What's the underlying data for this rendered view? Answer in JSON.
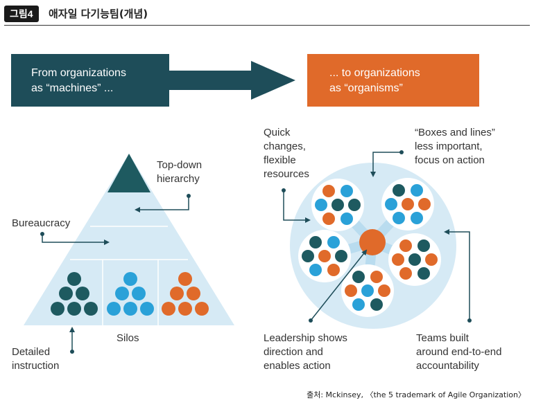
{
  "header": {
    "badge": "그림4",
    "title": "애자일 다기능팀(개념)"
  },
  "banner": {
    "left_line1": "From organizations",
    "left_line2": "as “machines” ...",
    "right_line1": "... to organizations",
    "right_line2": "as “organisms”"
  },
  "pyramid_labels": {
    "top_down_1": "Top-down",
    "top_down_2": "hierarchy",
    "bureaucracy": "Bureaucracy",
    "silos": "Silos",
    "detailed_1": "Detailed",
    "detailed_2": "instruction"
  },
  "organism_labels": {
    "quick_1": "Quick",
    "quick_2": "changes,",
    "quick_3": "flexible",
    "quick_4": "resources",
    "boxes_1": "“Boxes and lines”",
    "boxes_2": "less important,",
    "boxes_3": "focus on action",
    "leadership_1": "Leadership shows",
    "leadership_2": "direction and",
    "leadership_3": "enables action",
    "teams_1": "Teams built",
    "teams_2": "around end-to-end",
    "teams_3": "accountability"
  },
  "source": "출처: Mckinsey, 〈the 5 trademark of Agile Organization〉",
  "colors": {
    "dark_teal": "#1e4d59",
    "orange": "#e06a2a",
    "light_blue": "#d4e9f5",
    "mid_blue": "#b9dcef",
    "blue_dot": "#2aa1d8",
    "teal_dot": "#1e5a60",
    "text": "#333333"
  }
}
